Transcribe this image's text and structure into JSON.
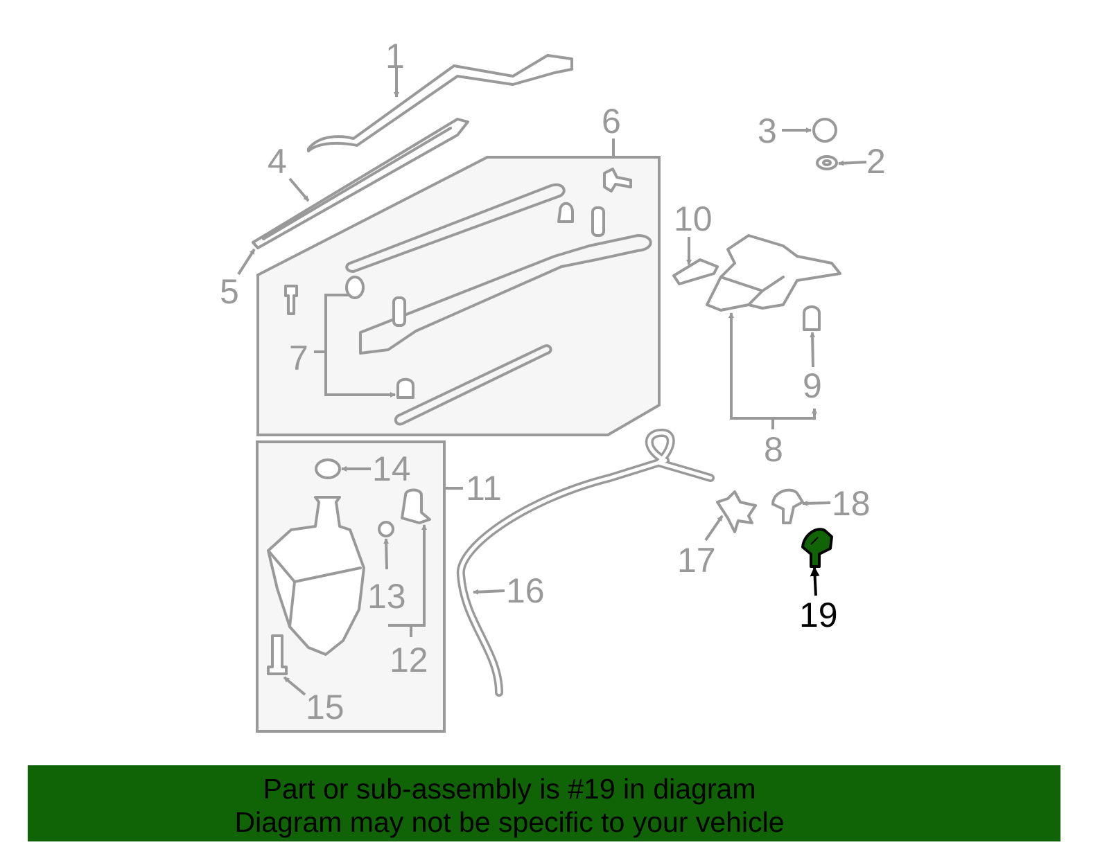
{
  "highlighted_part": "19",
  "highlight_color": "#116405",
  "callouts": [
    "1",
    "2",
    "3",
    "4",
    "5",
    "6",
    "7",
    "8",
    "9",
    "10",
    "11",
    "12",
    "13",
    "14",
    "15",
    "16",
    "17",
    "18",
    "19"
  ],
  "banner": {
    "line1": "Part or sub-assembly is #19 in diagram",
    "line2": "Diagram may not be specific to your vehicle"
  }
}
